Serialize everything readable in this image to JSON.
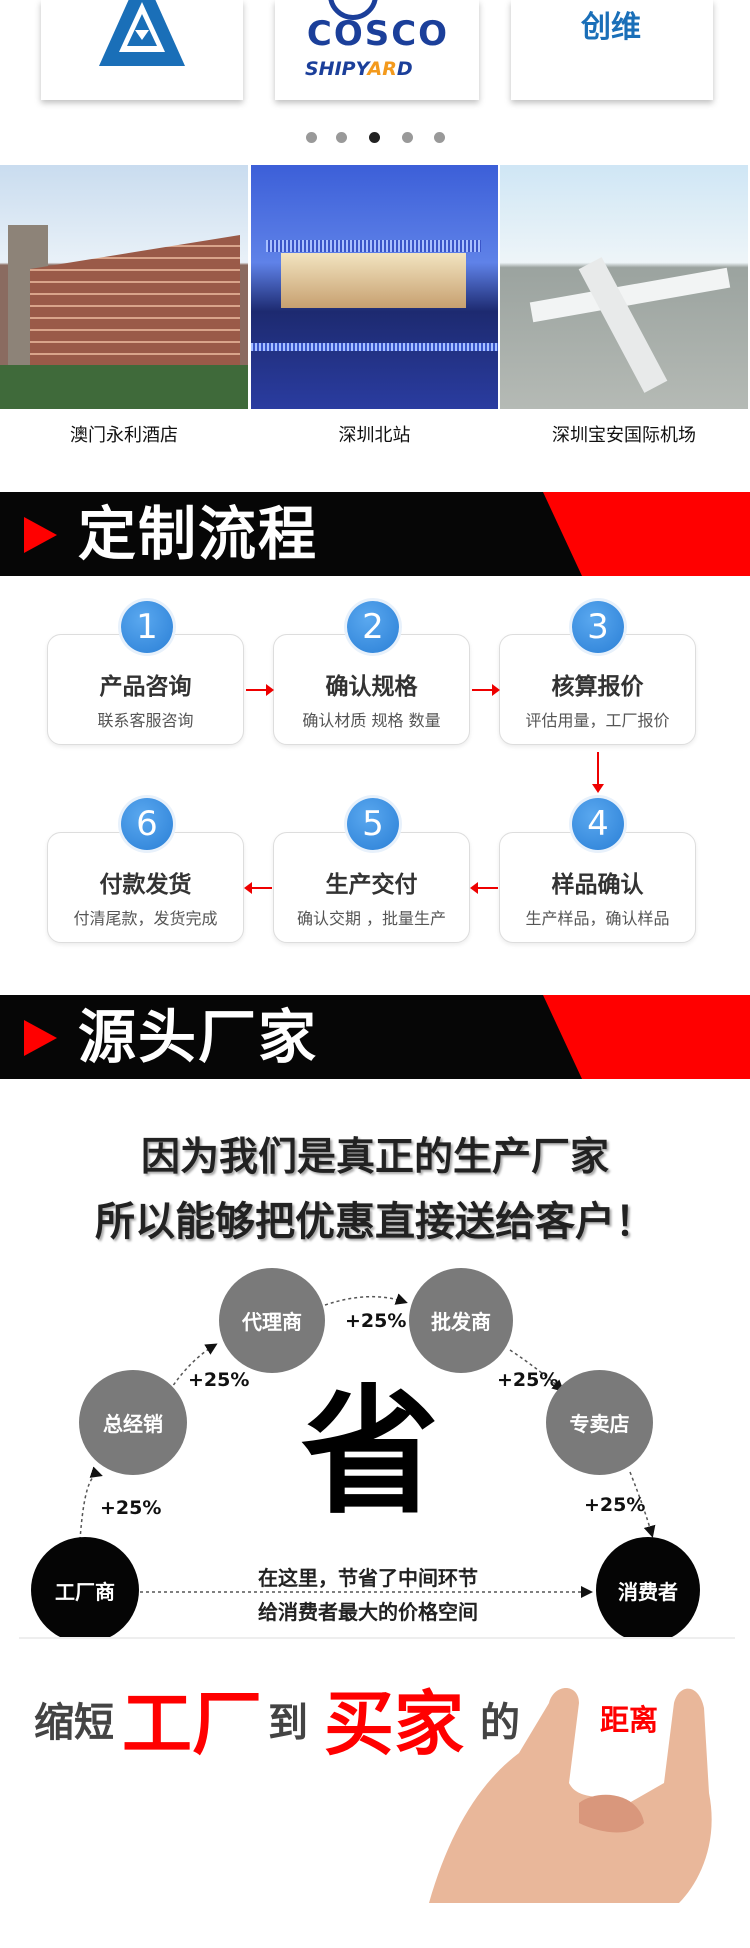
{
  "logos": [
    {
      "name": "triangle-logo"
    },
    {
      "name": "cosco-shipyard-logo",
      "text_top": "COSCO",
      "text_bottom_a": "SHIPY",
      "text_bottom_b": "AR",
      "text_bottom_c": "D"
    },
    {
      "name": "skyworth-logo",
      "text": "创维"
    }
  ],
  "carousel": {
    "count": 5,
    "active_index": 2
  },
  "projects": [
    {
      "caption": "澳门永利酒店"
    },
    {
      "caption": "深圳北站"
    },
    {
      "caption": "深圳宝安国际机场"
    }
  ],
  "process": {
    "title": "定制流程",
    "steps": [
      {
        "num": "1",
        "title": "产品咨询",
        "sub": "联系客服咨询"
      },
      {
        "num": "2",
        "title": "确认规格",
        "sub": "确认材质  规格  数量"
      },
      {
        "num": "3",
        "title": "核算报价",
        "sub": "评估用量，工厂报价"
      },
      {
        "num": "4",
        "title": "样品确认",
        "sub": "生产样品，确认样品"
      },
      {
        "num": "5",
        "title": "生产交付",
        "sub": "确认交期 ，批量生产"
      },
      {
        "num": "6",
        "title": "付款发货",
        "sub": "付清尾款，发货完成"
      }
    ]
  },
  "factory": {
    "title": "源头厂家",
    "headline_1": "因为我们是真正的生产厂家",
    "headline_2": "所以能够把优惠直接送给客户！",
    "nodes": {
      "factory": "工厂商",
      "distributor": "总经销",
      "agent": "代理商",
      "wholesaler": "批发商",
      "store": "专卖店",
      "consumer": "消费者"
    },
    "markup": "+25%",
    "save": "省",
    "note_1": "在这里，节省了中间环节",
    "note_2": "给消费者最大的价格空间",
    "slogan": {
      "a": "缩短",
      "b": "工厂",
      "c": "到",
      "d": "买家",
      "e": "的",
      "f": "距离"
    }
  },
  "colors": {
    "accent_red": "#ff0000",
    "step_blue": "#2a7fd6",
    "logo_blue": "#1a6fb8",
    "banner_black": "#060606"
  }
}
